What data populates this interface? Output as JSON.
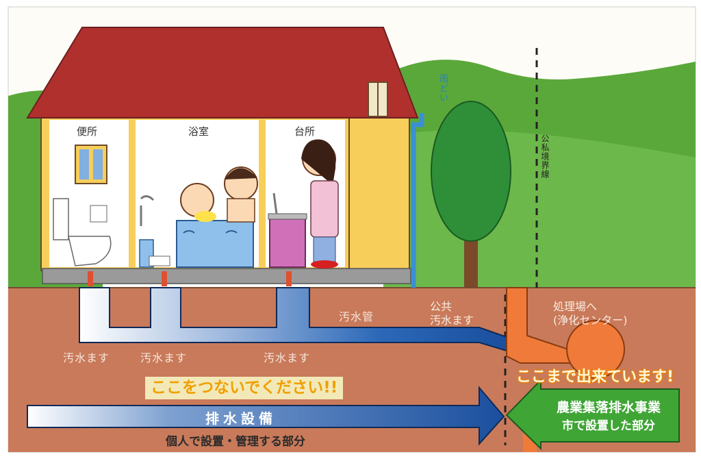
{
  "rooms": {
    "toilet": "便所",
    "bath": "浴室",
    "kitchen": "台所"
  },
  "downspout_label": "雨どい",
  "boundary_label": "公私境界線",
  "pipes": {
    "sewage_pipe": "汚水管",
    "public_basin": "公共\n汚水ます",
    "to_plant": "処理場へ\n(浄化センター)",
    "basin_1": "汚水ます",
    "basin_2": "汚水ます",
    "basin_3": "汚水ます"
  },
  "banners": {
    "connect_here": "ここをつないでください!!",
    "done_until_here": "ここまで出来ています!"
  },
  "drainage": {
    "title": "排水設備",
    "subtitle": "個人で設置・管理する部分"
  },
  "public_works": {
    "title": "農業集落排水事業",
    "subtitle": "市で設置した部分"
  },
  "colors": {
    "roof": "#b0302e",
    "wall": "#f7ce5a",
    "ground": "#c97a5a",
    "hill": "#5aa83a",
    "pipe_blue": "#1a56a8",
    "public_pipe": "#ef7a3a",
    "green_box": "#3fa535"
  }
}
